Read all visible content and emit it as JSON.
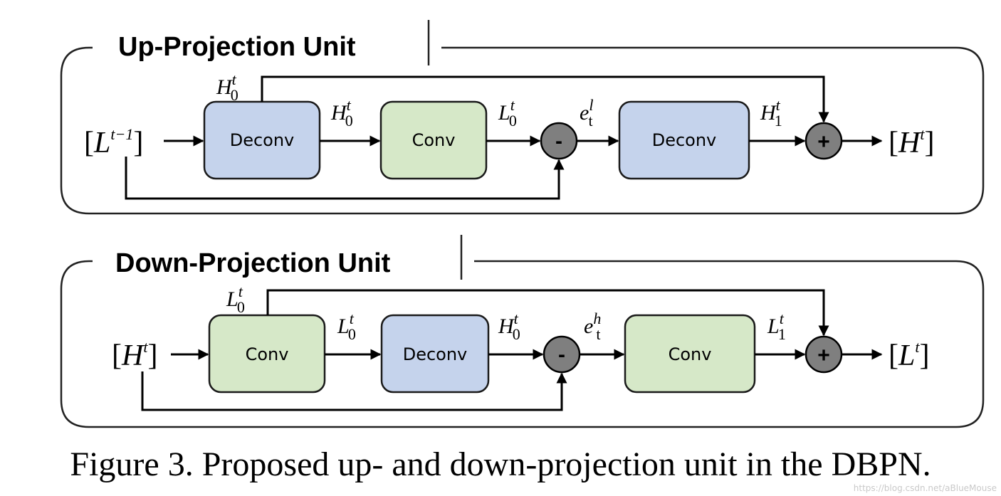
{
  "units": [
    {
      "title": "Up-Projection Unit",
      "input": {
        "base": "L",
        "sup": "t−1"
      },
      "output": {
        "base": "H",
        "sup": "t"
      },
      "blocks": [
        "Deconv",
        "Conv",
        "Deconv"
      ],
      "block_colors": [
        "#c5d3ec",
        "#d6e8c8",
        "#c5d3ec"
      ],
      "ops": [
        "-",
        "+"
      ],
      "labels": {
        "skip": {
          "base": "H",
          "sup": "t",
          "sub": "0"
        },
        "after_block1": {
          "base": "H",
          "sup": "t",
          "sub": "0"
        },
        "after_block2": {
          "base": "L",
          "sup": "t",
          "sub": "0"
        },
        "error": {
          "base": "e",
          "sup": "l",
          "sub": "t"
        },
        "after_block3": {
          "base": "H",
          "sup": "t",
          "sub": "1"
        }
      }
    },
    {
      "title": "Down-Projection Unit",
      "input": {
        "base": "H",
        "sup": "t"
      },
      "output": {
        "base": "L",
        "sup": "t"
      },
      "blocks": [
        "Conv",
        "Deconv",
        "Conv"
      ],
      "block_colors": [
        "#d6e8c8",
        "#c5d3ec",
        "#d6e8c8"
      ],
      "ops": [
        "-",
        "+"
      ],
      "labels": {
        "skip": {
          "base": "L",
          "sup": "t",
          "sub": "0"
        },
        "after_block1": {
          "base": "L",
          "sup": "t",
          "sub": "0"
        },
        "after_block2": {
          "base": "H",
          "sup": "t",
          "sub": "0"
        },
        "error": {
          "base": "e",
          "sup": "h",
          "sub": "t"
        },
        "after_block3": {
          "base": "L",
          "sup": "t",
          "sub": "1"
        }
      }
    }
  ],
  "caption": "Figure 3. Proposed up- and down-projection unit in the DBPN.",
  "watermark": "https://blog.csdn.net/aBlueMouse"
}
